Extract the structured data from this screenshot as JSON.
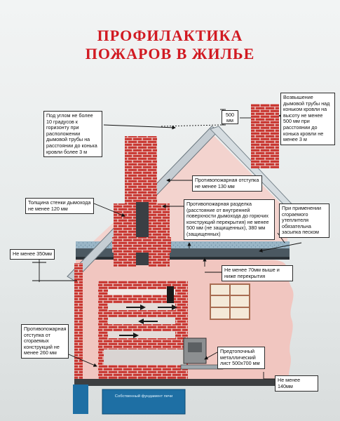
{
  "title": {
    "line1": "ПРОФИЛАКТИКА",
    "line2": "ПОЖАРОВ В ЖИЛЬЕ"
  },
  "annotations": {
    "slope_rule": "Под углом не более 10 градусов к горизонту при расположении дымовой трубы на расстоянии до конька кровли более 3 м",
    "ridge_height_value": "500",
    "ridge_height_unit": "мм",
    "chimney_raise": "Возвышение дымовой трубы над коньком кровли на высоту не менее 500 мм при расстоянии до конька кровли не менее 3 м",
    "side_offset": "Противопожарная отступка не менее 130 мм",
    "wall_thickness": "Толщина стенки дымохода не менее 120 мм",
    "cutting": "Противопожарная разделка (расстояние от внутренней поверхности дымохода до горючих конструкций перекрытия) не менее 500 мм (не защищенных), 380 мм (защищенных)",
    "insulation": "При применении сгораемого утеплителя обязательна засыпка песком",
    "eave": "Не менее 350мм",
    "overlap_ext": "Не менее 70мм выше и ниже перекрытия",
    "wall_offset": "Противопожарная отступка от сгораемых конструкций не менее 260 мм",
    "floor_sheet": "Предтопочный металлический лист 500х700 мм",
    "floor_gap": "Не менее 140мм",
    "foundation": "Собственный фундамент печи"
  },
  "colors": {
    "title": "#d11a22",
    "brick": "#c8322c",
    "mortar": "#f1e9e6",
    "wall": "#f1c6c0",
    "roof_edge": "#7f8c95",
    "foundation": "#1e6fa4"
  }
}
